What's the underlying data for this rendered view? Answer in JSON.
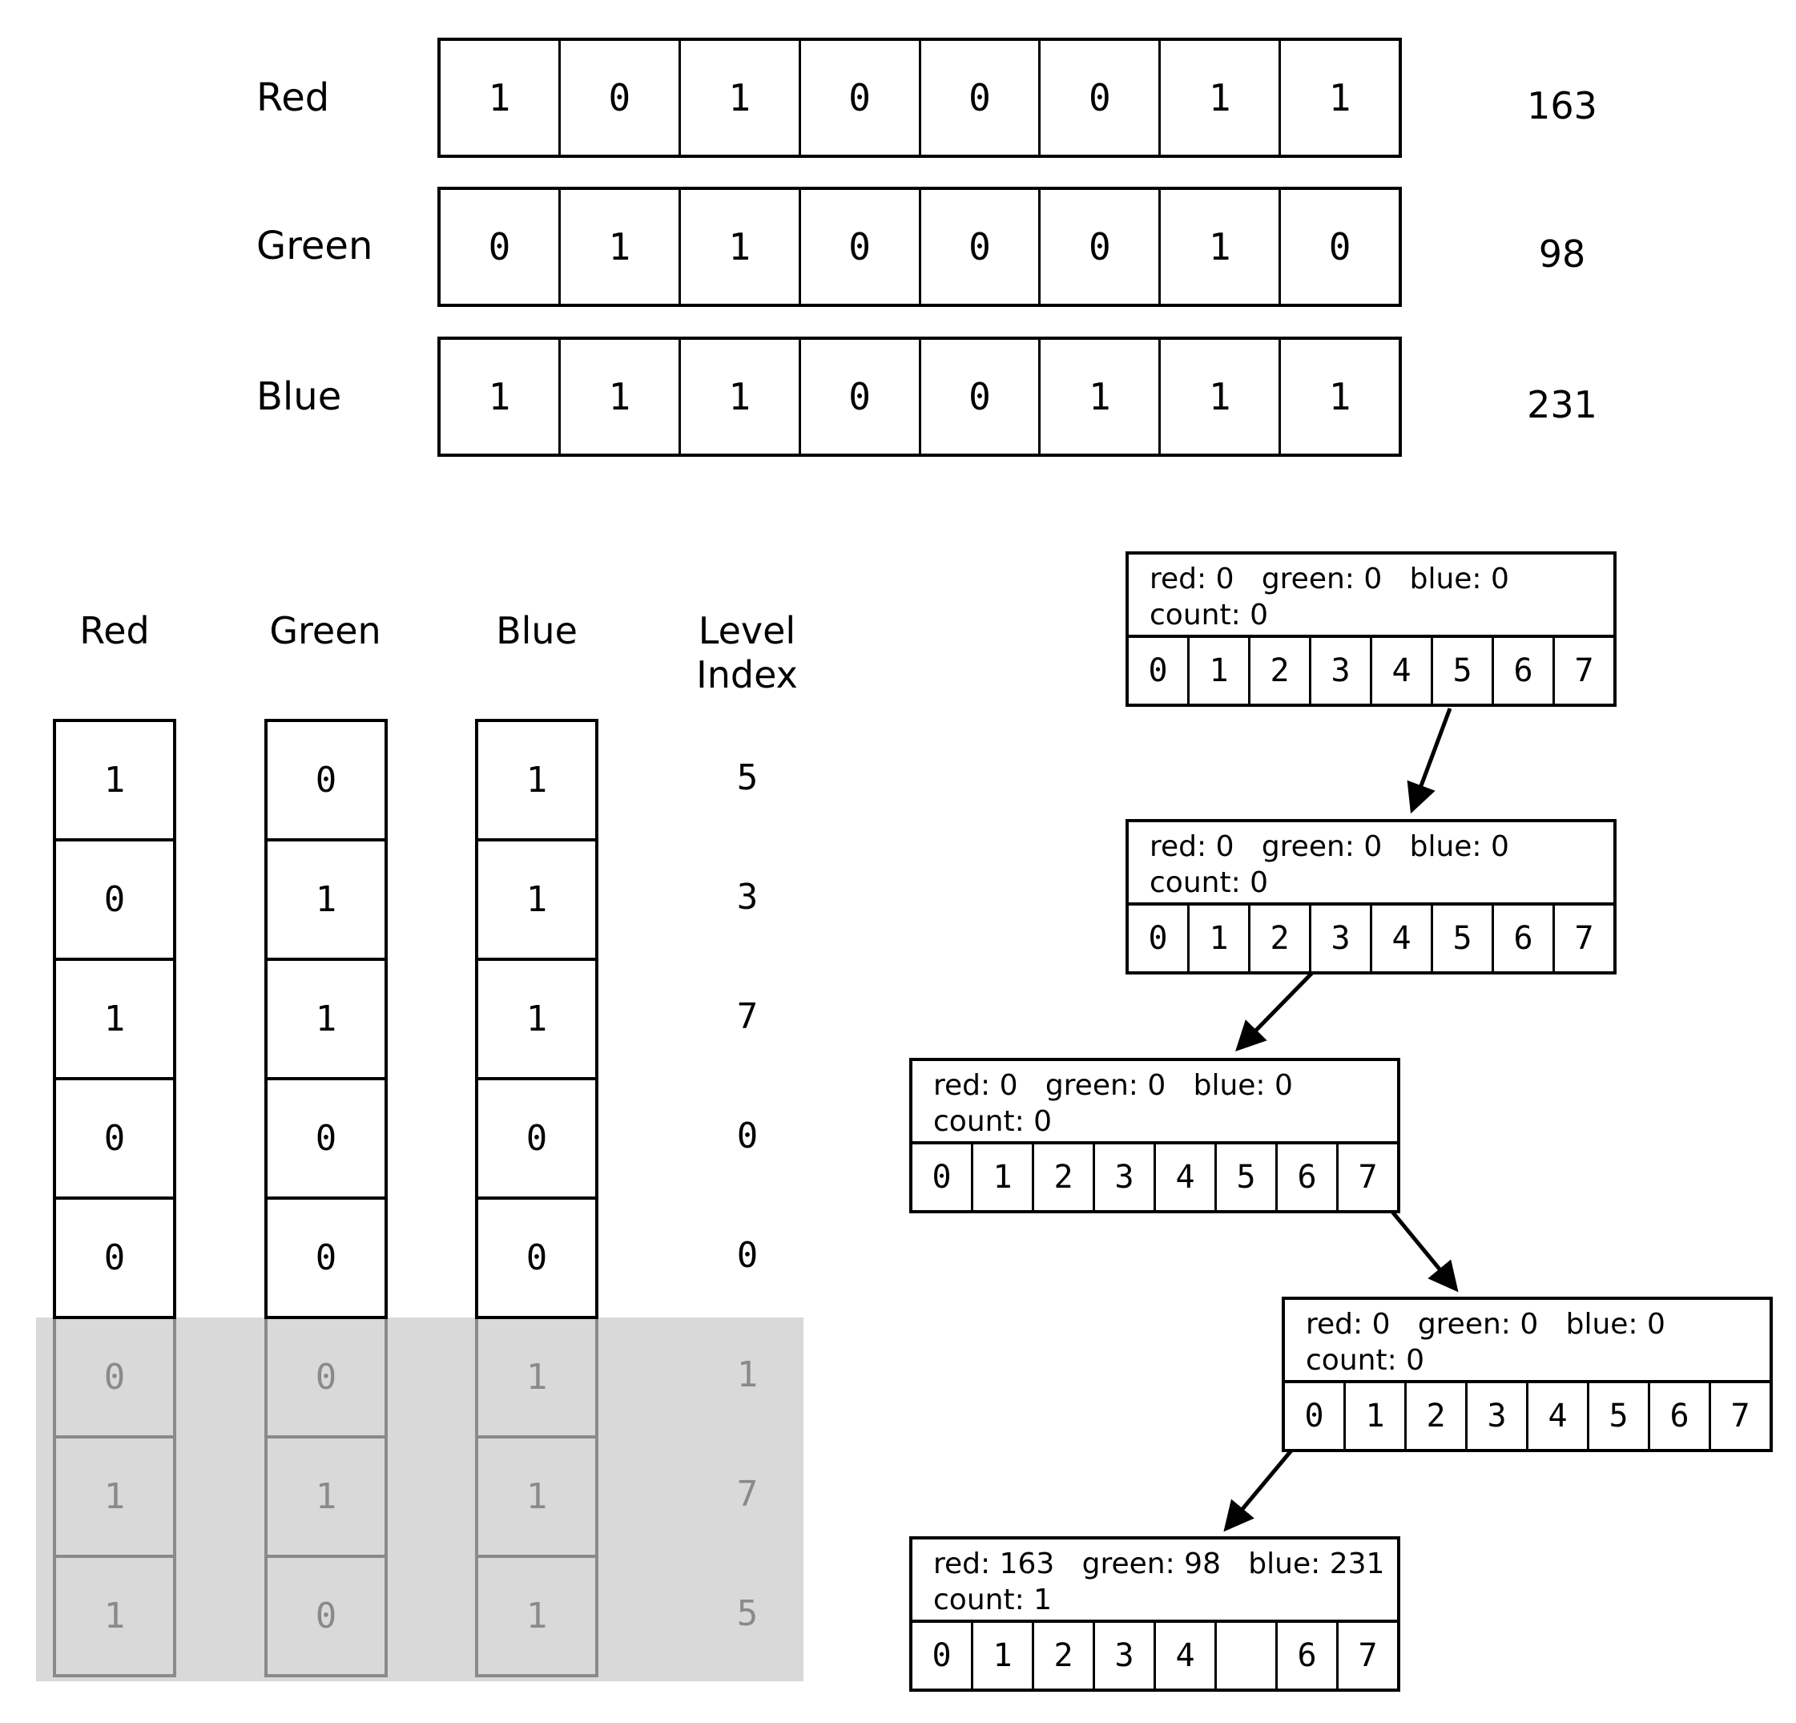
{
  "binary_rows": [
    {
      "label": "Red",
      "bits": [
        "1",
        "0",
        "1",
        "0",
        "0",
        "0",
        "1",
        "1"
      ],
      "value": "163"
    },
    {
      "label": "Green",
      "bits": [
        "0",
        "1",
        "1",
        "0",
        "0",
        "0",
        "1",
        "0"
      ],
      "value": "98"
    },
    {
      "label": "Blue",
      "bits": [
        "1",
        "1",
        "1",
        "0",
        "0",
        "1",
        "1",
        "1"
      ],
      "value": "231"
    }
  ],
  "bit_table": {
    "headers": {
      "red": "Red",
      "green": "Green",
      "blue": "Blue",
      "level": "Level Index"
    },
    "rows": [
      {
        "red": "1",
        "green": "0",
        "blue": "1",
        "level": "5",
        "grayed": false
      },
      {
        "red": "0",
        "green": "1",
        "blue": "1",
        "level": "3",
        "grayed": false
      },
      {
        "red": "1",
        "green": "1",
        "blue": "1",
        "level": "7",
        "grayed": false
      },
      {
        "red": "0",
        "green": "0",
        "blue": "0",
        "level": "0",
        "grayed": false
      },
      {
        "red": "0",
        "green": "0",
        "blue": "0",
        "level": "0",
        "grayed": false
      },
      {
        "red": "0",
        "green": "0",
        "blue": "1",
        "level": "1",
        "grayed": true
      },
      {
        "red": "1",
        "green": "1",
        "blue": "1",
        "level": "7",
        "grayed": true
      },
      {
        "red": "1",
        "green": "0",
        "blue": "1",
        "level": "5",
        "grayed": true
      }
    ]
  },
  "tree_nodes": [
    {
      "info": "red: 0   green: 0   blue: 0",
      "count": "count: 0",
      "cells": [
        "0",
        "1",
        "2",
        "3",
        "4",
        "5",
        "6",
        "7"
      ]
    },
    {
      "info": "red: 0   green: 0   blue: 0",
      "count": "count: 0",
      "cells": [
        "0",
        "1",
        "2",
        "3",
        "4",
        "5",
        "6",
        "7"
      ]
    },
    {
      "info": "red: 0   green: 0   blue: 0",
      "count": "count: 0",
      "cells": [
        "0",
        "1",
        "2",
        "3",
        "4",
        "5",
        "6",
        "7"
      ]
    },
    {
      "info": "red: 0   green: 0   blue: 0",
      "count": "count: 0",
      "cells": [
        "0",
        "1",
        "2",
        "3",
        "4",
        "5",
        "6",
        "7"
      ]
    },
    {
      "info": "red: 163   green: 98   blue: 231",
      "count": "count: 1",
      "cells": [
        "0",
        "1",
        "2",
        "3",
        "4",
        "",
        "6",
        "7"
      ]
    }
  ],
  "colors": {
    "ink": "#000000",
    "grayed_ink": "#8a8a8a",
    "gray_overlay": "#d9d9d9",
    "background": "#ffffff"
  }
}
